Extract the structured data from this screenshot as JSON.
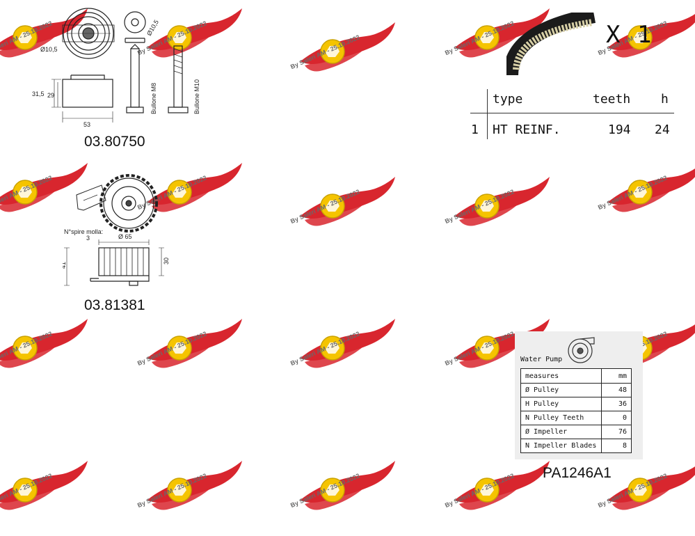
{
  "watermark": {
    "text": "By Saleri AM - 25.10.2022",
    "colors": {
      "wing": "#d8262e",
      "badge": "#f5c400"
    }
  },
  "kit": {
    "tensioner": {
      "code": "03.80750",
      "dims": {
        "diameter1": "Ø10,5",
        "diameter2": "Ø10,5",
        "width": "53",
        "height_outer": "31,5",
        "height_inner": "29"
      },
      "bolts": [
        "Bullone M8",
        "Bullone M10"
      ]
    },
    "idler": {
      "code": "03.81381",
      "spring_label": "N°spire molla:",
      "spring_value": "3",
      "dims": {
        "diameter": "Ø 65",
        "height_outer": "41",
        "height_inner": "30"
      }
    },
    "belt": {
      "quantity": "X 1",
      "headers": {
        "index": "",
        "type": "type",
        "teeth": "teeth",
        "h": "h"
      },
      "rows": [
        {
          "index": "1",
          "type": "HT REINF.",
          "teeth": "194",
          "h": "24"
        }
      ]
    },
    "water_pump": {
      "title": "Water Pump",
      "code": "PA1246A1",
      "header": {
        "label": "measures",
        "unit": "mm"
      },
      "rows": [
        {
          "label": "Ø Pulley",
          "value": "48"
        },
        {
          "label": "H Pulley",
          "value": "36"
        },
        {
          "label": "N Pulley Teeth",
          "value": "0"
        },
        {
          "label": "Ø Impeller",
          "value": "76"
        },
        {
          "label": "N Impeller Blades",
          "value": "8"
        }
      ]
    }
  }
}
